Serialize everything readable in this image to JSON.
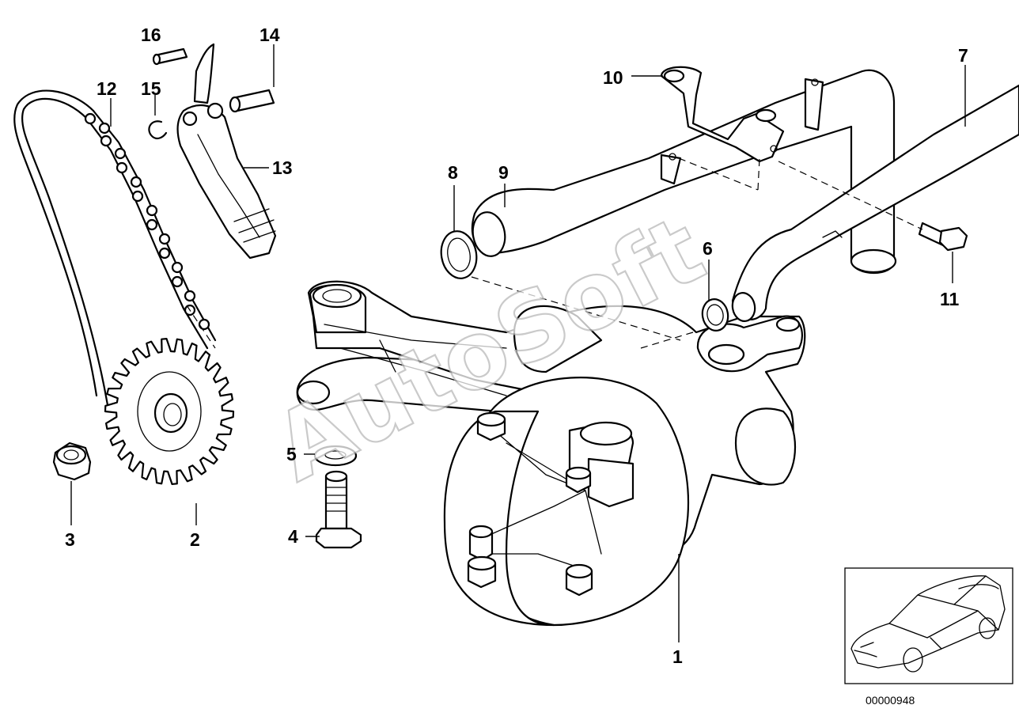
{
  "watermark": "AutoSoft",
  "drawing_number": "00000948",
  "callouts": {
    "c1": "1",
    "c2": "2",
    "c3": "3",
    "c4": "4",
    "c5": "5",
    "c6": "6",
    "c7": "7",
    "c8": "8",
    "c9": "9",
    "c10": "10",
    "c11": "11",
    "c12": "12",
    "c13": "13",
    "c14": "14",
    "c15": "15",
    "c16": "16"
  },
  "thumbnail": {
    "subject": "car-icon"
  }
}
